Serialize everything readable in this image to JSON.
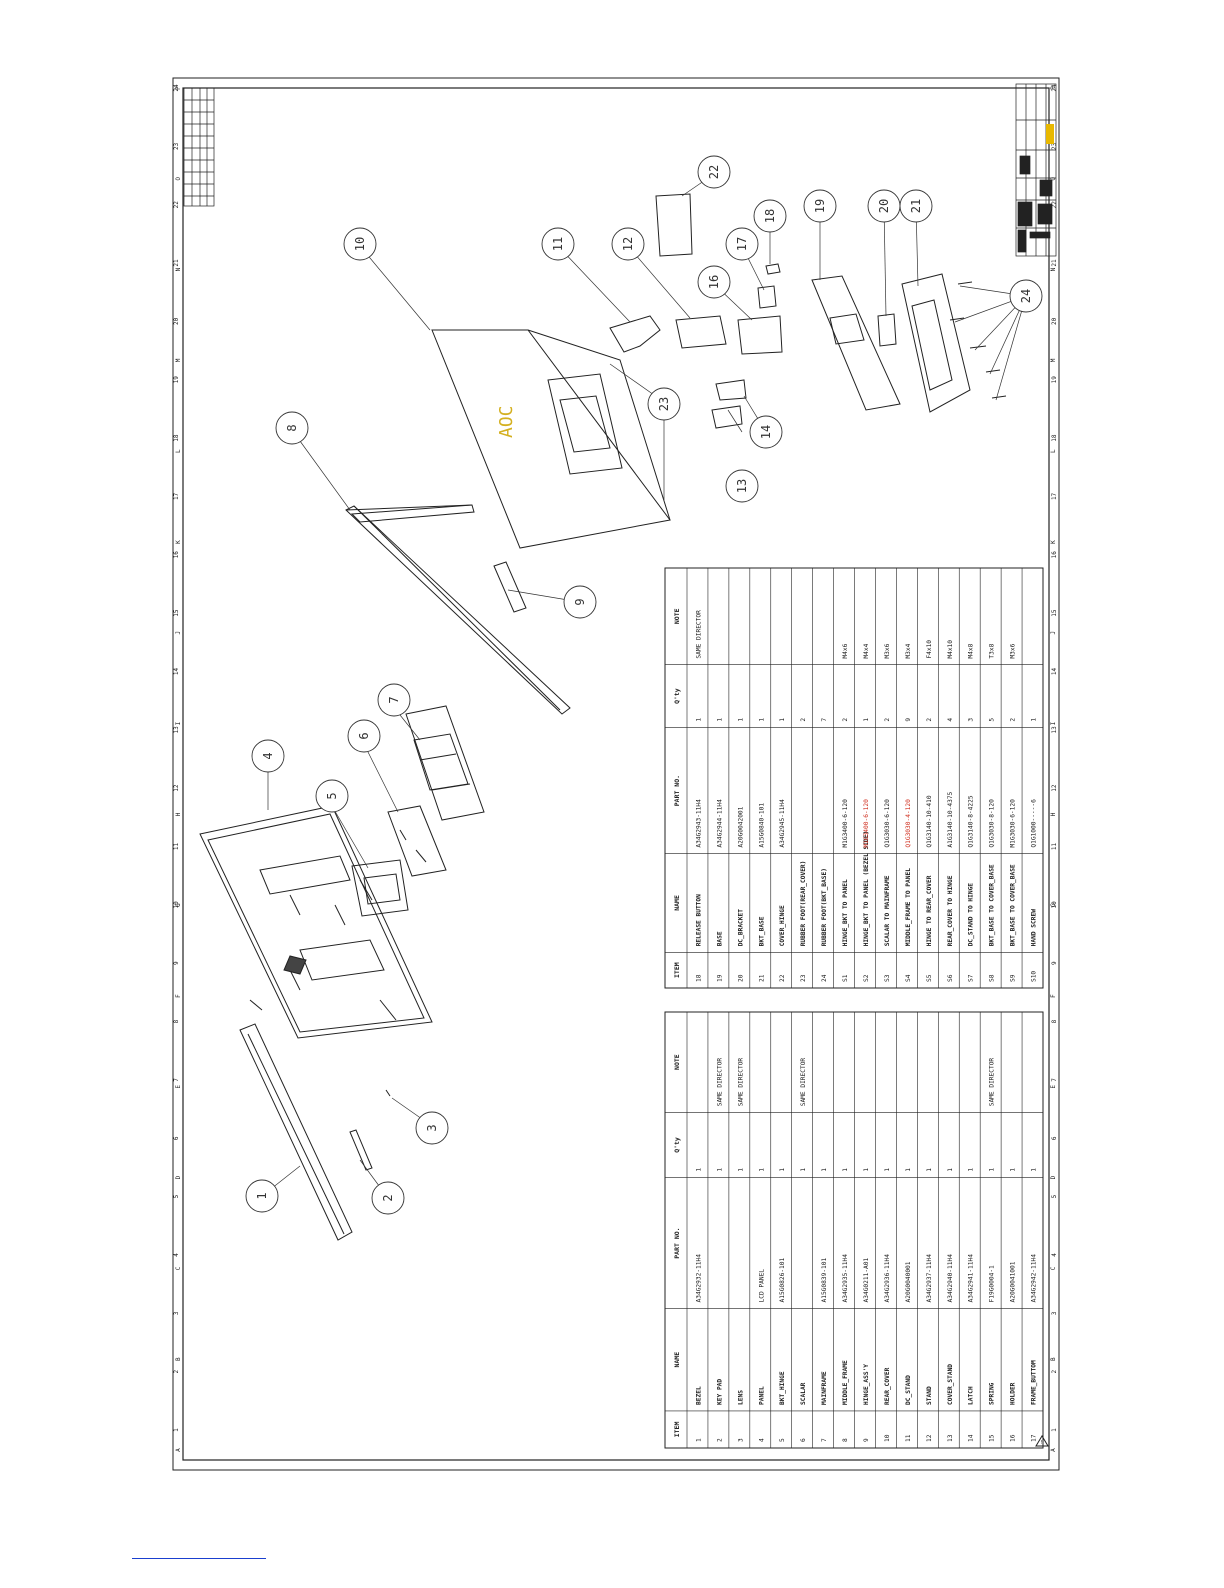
{
  "sheet": {
    "zone_letters": [
      "A",
      "B",
      "C",
      "D",
      "E",
      "F",
      "G",
      "H",
      "I",
      "J",
      "K",
      "L",
      "M",
      "N",
      "O",
      "P"
    ],
    "zone_numbers": [
      "1",
      "2",
      "3",
      "4",
      "5",
      "6",
      "7",
      "8",
      "9",
      "10",
      "11",
      "12",
      "13",
      "14",
      "15",
      "16",
      "17",
      "18",
      "19",
      "20",
      "21",
      "22",
      "23",
      "24"
    ]
  },
  "logo_text": "AOC",
  "columns": {
    "item": "ITEM",
    "name": "NAME",
    "part_no": "PART NO.",
    "qty": "Q'ty",
    "note": "NOTE"
  },
  "parts_left": [
    {
      "item": "1",
      "name": "BEZEL",
      "part_no": "A34G2932-11H4",
      "qty": "1",
      "note": ""
    },
    {
      "item": "2",
      "name": "KEY PAD",
      "part_no": "",
      "qty": "1",
      "note": "SAME DIRECTOR"
    },
    {
      "item": "3",
      "name": "LENS",
      "part_no": "",
      "qty": "1",
      "note": "SAME DIRECTOR"
    },
    {
      "item": "4",
      "name": "PANEL",
      "part_no": "LCD PANEL",
      "qty": "1",
      "note": ""
    },
    {
      "item": "5",
      "name": "BKT_HINGE",
      "part_no": "A15G0826-101",
      "qty": "1",
      "note": ""
    },
    {
      "item": "6",
      "name": "SCALAR",
      "part_no": "",
      "qty": "1",
      "note": "SAME DIRECTOR"
    },
    {
      "item": "7",
      "name": "MAINFRAME",
      "part_no": "A15G0839-101",
      "qty": "1",
      "note": ""
    },
    {
      "item": "8",
      "name": "MIDDLE_FRAME",
      "part_no": "A34G2935-11H4",
      "qty": "1",
      "note": ""
    },
    {
      "item": "9",
      "name": "HINGE_ASS'Y",
      "part_no": "A34G0211-A01",
      "qty": "1",
      "note": ""
    },
    {
      "item": "10",
      "name": "REAR_COVER",
      "part_no": "A34G2936-11H4",
      "qty": "1",
      "note": ""
    },
    {
      "item": "11",
      "name": "DC_STAND",
      "part_no": "A20G0040001",
      "qty": "1",
      "note": ""
    },
    {
      "item": "12",
      "name": "STAND",
      "part_no": "A34G2937-11H4",
      "qty": "1",
      "note": ""
    },
    {
      "item": "13",
      "name": "COVER_STAND",
      "part_no": "A34G2940-11H4",
      "qty": "1",
      "note": ""
    },
    {
      "item": "14",
      "name": "LATCH",
      "part_no": "A34G2941-11H4",
      "qty": "1",
      "note": ""
    },
    {
      "item": "15",
      "name": "SPRING",
      "part_no": "F19G0004-1",
      "qty": "1",
      "note": "SAME DIRECTOR"
    },
    {
      "item": "16",
      "name": "HOLDER",
      "part_no": "A20G0041001",
      "qty": "1",
      "note": ""
    },
    {
      "item": "17",
      "name": "FRAME_BUTTOM",
      "part_no": "A34G2942-11H4",
      "qty": "1",
      "note": ""
    }
  ],
  "parts_right": [
    {
      "item": "18",
      "name": "RELEASE BUTTON",
      "part_no": "A34G2943-11H4",
      "qty": "1",
      "note": "SAME DIRECTOR"
    },
    {
      "item": "19",
      "name": "BASE",
      "part_no": "A34G2944-11H4",
      "qty": "1",
      "note": ""
    },
    {
      "item": "20",
      "name": "DC_BRACKET",
      "part_no": "A20G0042001",
      "qty": "1",
      "note": ""
    },
    {
      "item": "21",
      "name": "BKT_BASE",
      "part_no": "A15G0840-101",
      "qty": "1",
      "note": ""
    },
    {
      "item": "22",
      "name": "COVER_HINGE",
      "part_no": "A34G2945-11H4",
      "qty": "1",
      "note": ""
    },
    {
      "item": "23",
      "name": "RUBBER FOOT(REAR_COVER)",
      "part_no": "",
      "qty": "2",
      "note": ""
    },
    {
      "item": "24",
      "name": "RUBBER FOOT(BKT_BASE)",
      "part_no": "",
      "qty": "7",
      "note": ""
    },
    {
      "item": "S1",
      "name": "HINGE_BKT TO PANEL",
      "part_no": "M1G3400-6-120",
      "qty": "2",
      "note": "M4x6"
    },
    {
      "item": "S2",
      "name": "HINGE_BKT TO PANEL (BEZEL SIDE)",
      "part_no": "M1G3400-6-120",
      "qty": "1",
      "note": "M4x4"
    },
    {
      "item": "S3",
      "name": "SCALAR TO MAINFRAME",
      "part_no": "Q1G3030-6-120",
      "qty": "2",
      "note": "M3x6"
    },
    {
      "item": "S4",
      "name": "MIDDLE_FRAME TO PANEL",
      "part_no": "Q1G3030-4-120",
      "qty": "9",
      "note": "M3x4"
    },
    {
      "item": "S5",
      "name": "HINGE TO REAR_COVER",
      "part_no": "Q1G3140-10-410",
      "qty": "2",
      "note": "F4x10"
    },
    {
      "item": "S6",
      "name": "REAR_COVER TO HINGE",
      "part_no": "A1G3140-10-4375",
      "qty": "4",
      "note": "M4x10"
    },
    {
      "item": "S7",
      "name": "DC_STAND TO HINGE",
      "part_no": "Q1G3140-8-4225",
      "qty": "3",
      "note": "M4x8"
    },
    {
      "item": "S8",
      "name": "BKT_BASE TO COVER_BASE",
      "part_no": "Q1G3030-8-120",
      "qty": "5",
      "note": "T3x8"
    },
    {
      "item": "S9",
      "name": "BKT_BASE TO COVER_BASE",
      "part_no": "M1G3030-6-120",
      "qty": "2",
      "note": "M3x6"
    },
    {
      "item": "S10",
      "name": "HAND SCREW",
      "part_no": "Q1G1000-----6",
      "qty": "1",
      "note": ""
    }
  ],
  "balloons": [
    "1",
    "2",
    "3",
    "4",
    "5",
    "6",
    "7",
    "8",
    "9",
    "10",
    "11",
    "12",
    "13",
    "14",
    "16",
    "17",
    "18",
    "19",
    "20",
    "21",
    "22",
    "23",
    "24"
  ],
  "colors": {
    "line": "#222222",
    "red_text": "#d03020",
    "accent": "#1a3fcf"
  }
}
